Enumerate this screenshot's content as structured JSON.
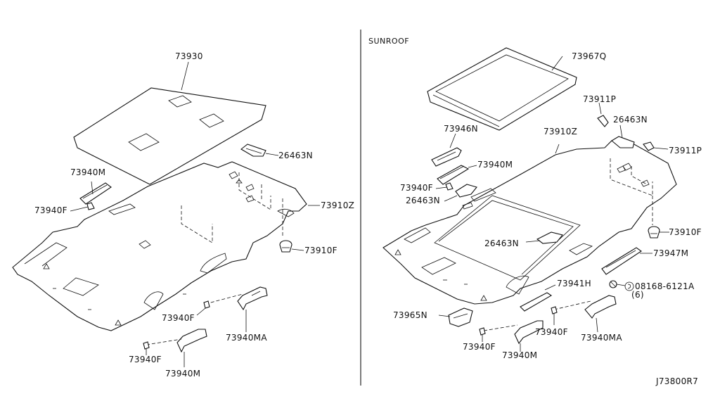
{
  "section_label": "SUNROOF",
  "diagram_code": "J73800R7",
  "left": {
    "p73930": "73930",
    "p26463N": "26463N",
    "p73940M": "73940M",
    "p73940F": "73940F",
    "p73910Z": "73910Z",
    "p73910F": "73910F",
    "p73940F_b": "73940F",
    "p73940MA": "73940MA",
    "p73940F_c": "73940F",
    "p73940M_b": "73940M"
  },
  "right": {
    "p73967Q": "73967Q",
    "p73911P_top": "73911P",
    "p26463N_top": "26463N",
    "p73911P_right": "73911P",
    "p73946N": "73946N",
    "p73910Z": "73910Z",
    "p73940M": "73940M",
    "p73940F": "73940F",
    "p26463N_left": "26463N",
    "p73910F": "73910F",
    "p26463N_center": "26463N",
    "p73947M": "73947M",
    "p73941H": "73941H",
    "p08168": "08168-6121A",
    "p08168_qty": "(6)",
    "p73965N": "73965N",
    "p73940F_b": "73940F",
    "p73940MA": "73940MA",
    "p73940F_c": "73940F",
    "p73940M_b": "73940M"
  }
}
